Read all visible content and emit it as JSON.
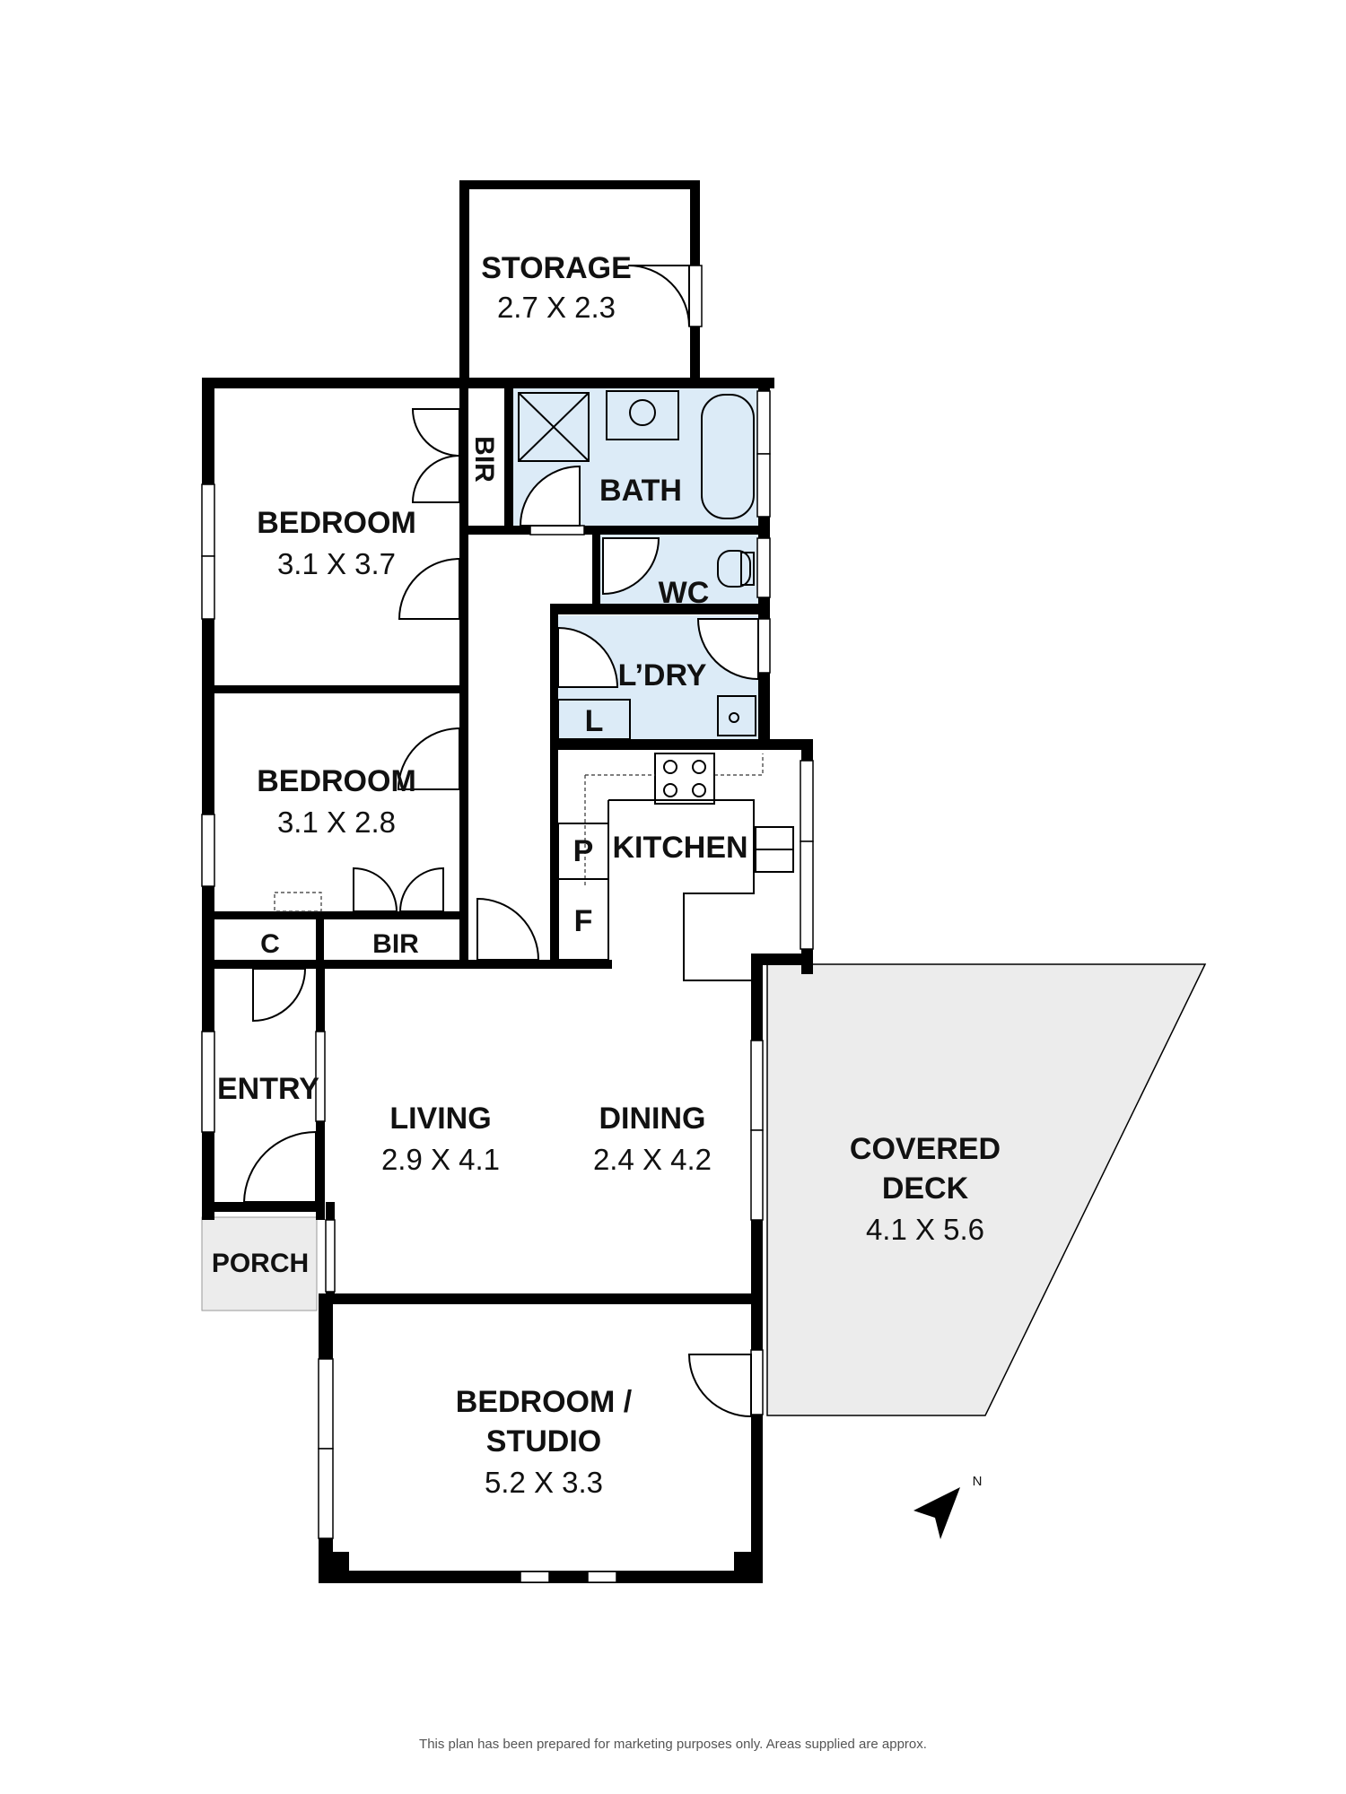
{
  "rooms": {
    "storage": {
      "name": "STORAGE",
      "dims": "2.7 X 2.3"
    },
    "bir_top": {
      "name": "BIR"
    },
    "bath": {
      "name": "BATH"
    },
    "wc": {
      "name": "WC"
    },
    "laundry": {
      "name": "L’DRY"
    },
    "laundry_l": {
      "name": "L"
    },
    "bedroom1": {
      "name": "BEDROOM",
      "dims": "3.1 X 3.7"
    },
    "bedroom2": {
      "name": "BEDROOM",
      "dims": "3.1 X 2.8"
    },
    "kitchen": {
      "name": "KITCHEN"
    },
    "pantry": {
      "name": "P"
    },
    "fridge": {
      "name": "F"
    },
    "cupboard": {
      "name": "C"
    },
    "bir_mid": {
      "name": "BIR"
    },
    "entry": {
      "name": "ENTRY"
    },
    "living": {
      "name": "LIVING",
      "dims": "2.9 X 4.1"
    },
    "dining": {
      "name": "DINING",
      "dims": "2.4 X 4.2"
    },
    "porch": {
      "name": "PORCH"
    },
    "covered_deck": {
      "name_line1": "COVERED",
      "name_line2": "DECK",
      "dims": "4.1 X 5.6"
    },
    "studio": {
      "name_line1": "BEDROOM /",
      "name_line2": "STUDIO",
      "dims": "5.2 X 3.3"
    }
  },
  "compass": {
    "label": "N"
  },
  "disclaimer": "This plan has been prepared for marketing purposes only. Areas supplied are approx.",
  "colors": {
    "wet_area": "#dcebf7",
    "deck": "#ececec",
    "porch": "#ececec",
    "wall": "#000000"
  }
}
